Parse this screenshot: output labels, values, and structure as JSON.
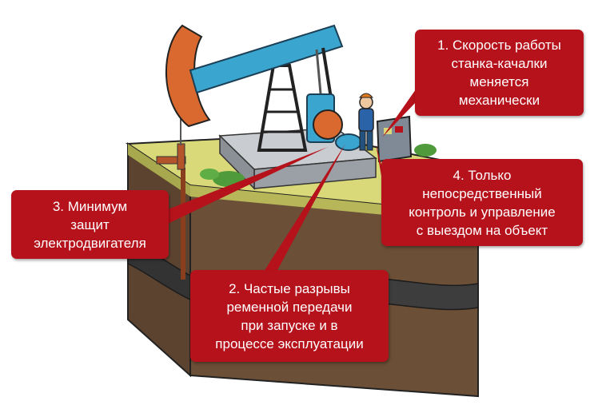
{
  "callouts": [
    {
      "number": "1",
      "text": "1. Скорость работы\nстанка-качалки\nменяется\nмеханически"
    },
    {
      "number": "2",
      "text": "2. Частые разрывы\nременной передачи\nпри запуске и в\nпроцессе эксплуатации"
    },
    {
      "number": "3",
      "text": "3. Минимум\nзащит\nэлектродвигателя"
    },
    {
      "number": "4",
      "text": "4. Только\nнепосредственный\nконтроль и управление\nс выездом на объект"
    }
  ],
  "colors": {
    "callout_bg": "#b5121b",
    "pump_beam": "#3aa5cf",
    "counterweight": "#d9692e",
    "grass": "#d9d97a",
    "soil": "#6b4f36",
    "oil_seam": "#3d3d3d",
    "platform": "#c9cdd1"
  },
  "icons": [
    "pump-jack-illustration",
    "worker-figure-icon",
    "control-cabinet-icon",
    "wellhead-pipe-icon"
  ]
}
